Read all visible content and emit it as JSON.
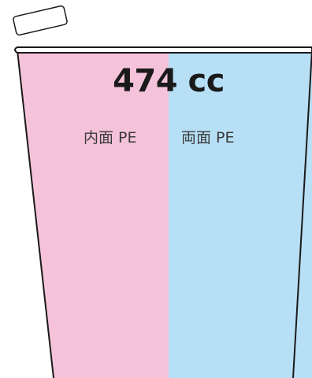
{
  "capacity": "474 cc",
  "sides": {
    "left": {
      "label": "内面 PE",
      "color": "#f5c3d9"
    },
    "right": {
      "label": "両面 PE",
      "color": "#b7e0f6"
    }
  },
  "colors": {
    "outline": "#1a1a1a",
    "lid_fill": "#ffffff"
  }
}
